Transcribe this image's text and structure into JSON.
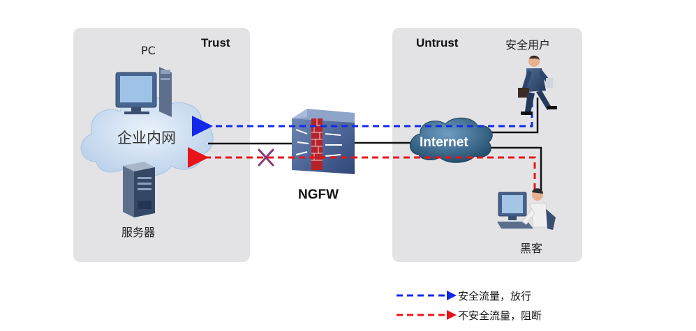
{
  "zones": {
    "trust_label": "Trust",
    "untrust_label": "Untrust"
  },
  "trust": {
    "pc_label": "PC",
    "cloud_label": "企业内网",
    "server_label": "服务器"
  },
  "firewall": {
    "label": "NGFW"
  },
  "internet": {
    "label": "Internet"
  },
  "untrust": {
    "safe_user_label": "安全用户",
    "hacker_label": "黑客"
  },
  "legend": {
    "safe": "安全流量，放行",
    "unsafe": "不安全流量，阻断"
  },
  "colors": {
    "safe_flow": "#1428e8",
    "unsafe_flow": "#e8141a",
    "zone_bg": "#e3e3e6",
    "cloud": "#c9dbee",
    "internet": "#3b6d93",
    "block_mark": "#8a3a78"
  },
  "icons": {
    "pc": "desktop-computer-icon",
    "server": "server-tower-icon",
    "firewall": "firewall-brick-icon",
    "safe_user": "businessman-walking-icon",
    "hacker": "person-at-computer-icon",
    "block": "x-mark-icon"
  }
}
